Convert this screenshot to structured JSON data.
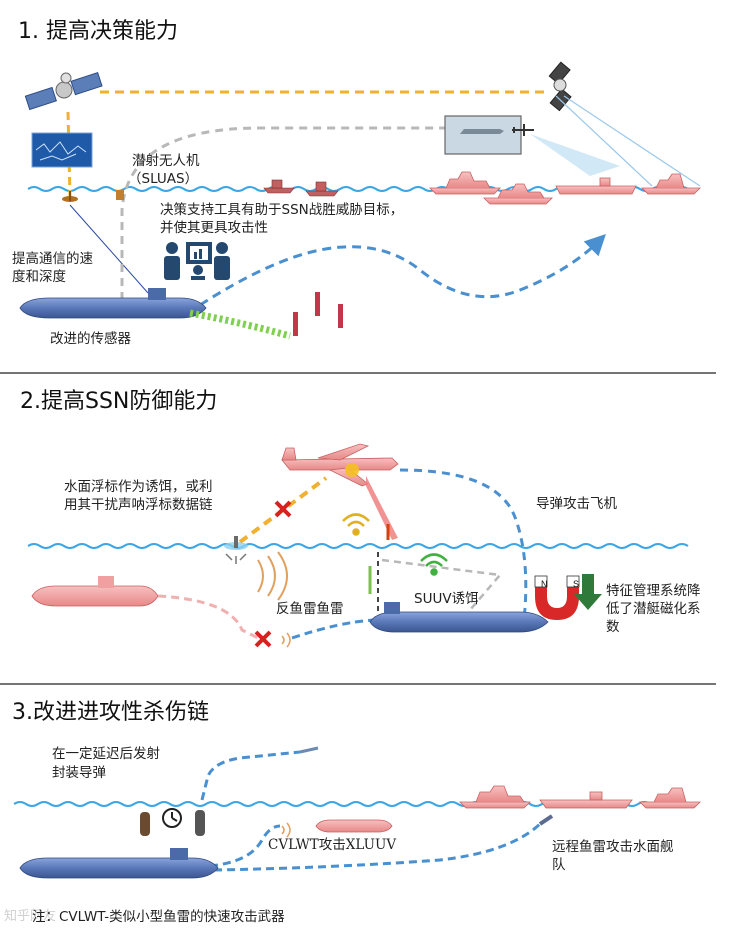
{
  "sections": [
    {
      "number": "1.",
      "title": "提高决策能力"
    },
    {
      "number": "2.",
      "title": "提高SSN防御能力"
    },
    {
      "number": "3.",
      "title": "改进进攻性杀伤链"
    }
  ],
  "section1": {
    "sluas_line1": "潜射无人机",
    "sluas_line2": "（SLUAS）",
    "decision_line1": "决策支持工具有助于SSN战胜威胁目标，",
    "decision_line2": "并使其更具攻击性",
    "comms_line1": "提高通信的速",
    "comms_line2": "度和深度",
    "sensor": "改进的传感器"
  },
  "section2": {
    "decoy_line1": "水面浮标作为诱饵，或利",
    "decoy_line2": "用其干扰声呐浮标数据链",
    "missile_aircraft": "导弹攻击飞机",
    "anti_torpedo": "反鱼雷鱼雷",
    "suuv": "SUUV诱饵",
    "mag_line1": "特征管理系统降",
    "mag_line2": "低了潜艇磁化系",
    "mag_line3": "数",
    "magnet_n": "N",
    "magnet_s": "S"
  },
  "section3": {
    "delay_line1": "在一定延迟后发射",
    "delay_line2": "封装导弹",
    "cvlwt": "CVLWT攻击XLUUV",
    "long_range_line1": "远程鱼雷攻击水面舰",
    "long_range_line2": "队",
    "note": "注：CVLWT-类似小型鱼雷的快速攻击武器",
    "watermark": "知乎网友"
  },
  "colors": {
    "water": "#3aa6e6",
    "submarine": "#5a78b8",
    "enemy": "#f2a0a0",
    "dashed_blue": "#4a90d0",
    "dashed_yellow": "#f0b030",
    "dashed_gray": "#b8b8b8",
    "x_mark": "#d82020"
  }
}
